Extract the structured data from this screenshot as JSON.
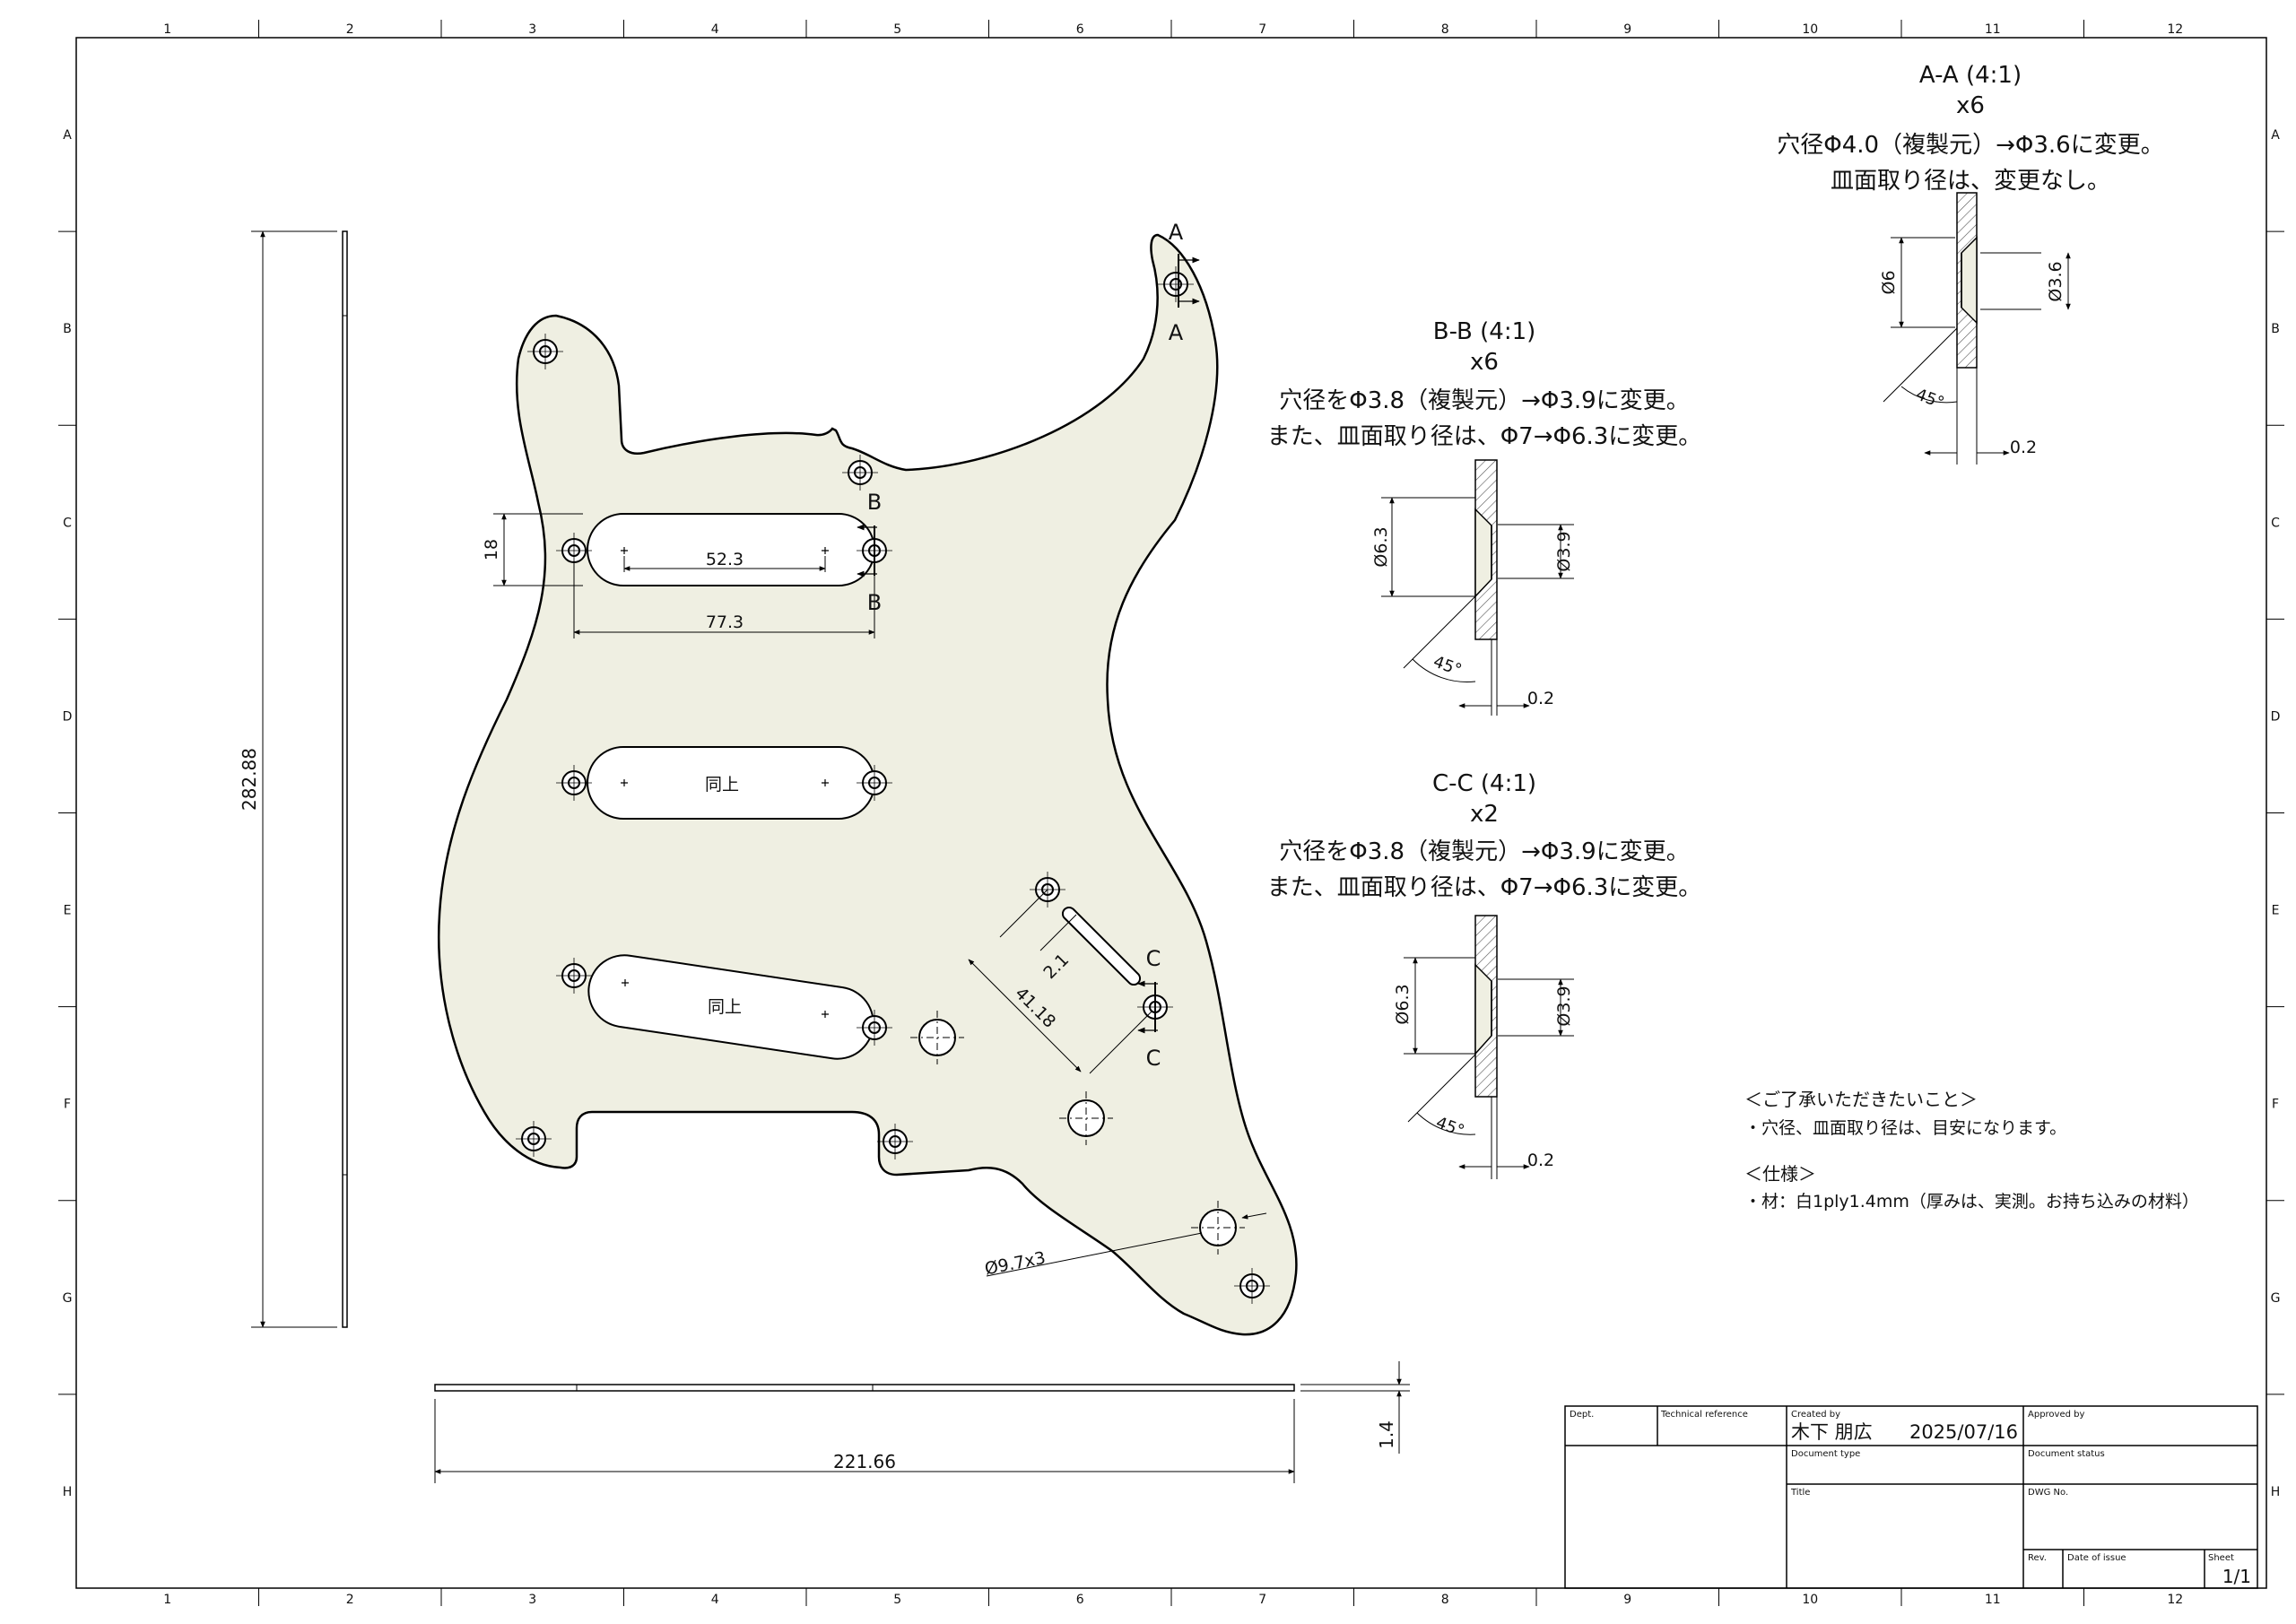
{
  "border": {
    "columns": [
      "1",
      "2",
      "3",
      "4",
      "5",
      "6",
      "7",
      "8",
      "9",
      "10",
      "11",
      "12"
    ],
    "rows": [
      "A",
      "B",
      "C",
      "D",
      "E",
      "F",
      "G",
      "H"
    ]
  },
  "views": {
    "front": {
      "pickup_labels": [
        "同上",
        "同上"
      ],
      "dims": {
        "pickup_width": "18",
        "pickup_slot_holes": "52.3",
        "pickup_screw_holes": "77.3",
        "switch_slot_width": "2.1",
        "switch_screw_spacing": "41.18",
        "knob_holes": "Ø9.7x3",
        "height": "282.88",
        "width": "221.66",
        "thickness": "1.4"
      },
      "section_markers": {
        "a": "A",
        "b": "B",
        "c": "C"
      }
    },
    "section_aa": {
      "title": "A-A (4:1)",
      "qty": "x6",
      "note1": "穴径Φ4.0（複製元）→Φ3.6に変更。",
      "note2": "皿面取り径は、変更なし。",
      "d_outer": "Ø6",
      "d_inner": "Ø3.6",
      "angle": "45°",
      "step": "0.2"
    },
    "section_bb": {
      "title": "B-B (4:1)",
      "qty": "x6",
      "note1": "穴径をΦ3.8（複製元）→Φ3.9に変更。",
      "note2": "また、皿面取り径は、Φ7→Φ6.3に変更。",
      "d_outer": "Ø6.3",
      "d_inner": "Ø3.9",
      "angle": "45°",
      "step": "0.2"
    },
    "section_cc": {
      "title": "C-C (4:1)",
      "qty": "x2",
      "note1": "穴径をΦ3.8（複製元）→Φ3.9に変更。",
      "note2": "また、皿面取り径は、Φ7→Φ6.3に変更。",
      "d_outer": "Ø6.3",
      "d_inner": "Ø3.9",
      "angle": "45°",
      "step": "0.2"
    }
  },
  "notes": {
    "heading1": "＜ご了承いただきたいこと＞",
    "line1": "・穴径、皿面取り径は、目安になります。",
    "heading2": "＜仕様＞",
    "line2": "・材：白1ply1.4mm（厚みは、実測。お持ち込みの材料）"
  },
  "title_block": {
    "dept": "Dept.",
    "technical_reference": "Technical reference",
    "created_by_label": "Created by",
    "created_by": "木下 朋広",
    "date": "2025/07/16",
    "approved_by": "Approved by",
    "document_type": "Document type",
    "document_status": "Document status",
    "title": "Title",
    "dwg_no": "DWG No.",
    "rev": "Rev.",
    "date_of_issue": "Date of issue",
    "sheet_label": "Sheet",
    "sheet": "1/1"
  },
  "colors": {
    "plate_fill": "#efefe2",
    "line": "#000000",
    "hatch": "#555555"
  }
}
